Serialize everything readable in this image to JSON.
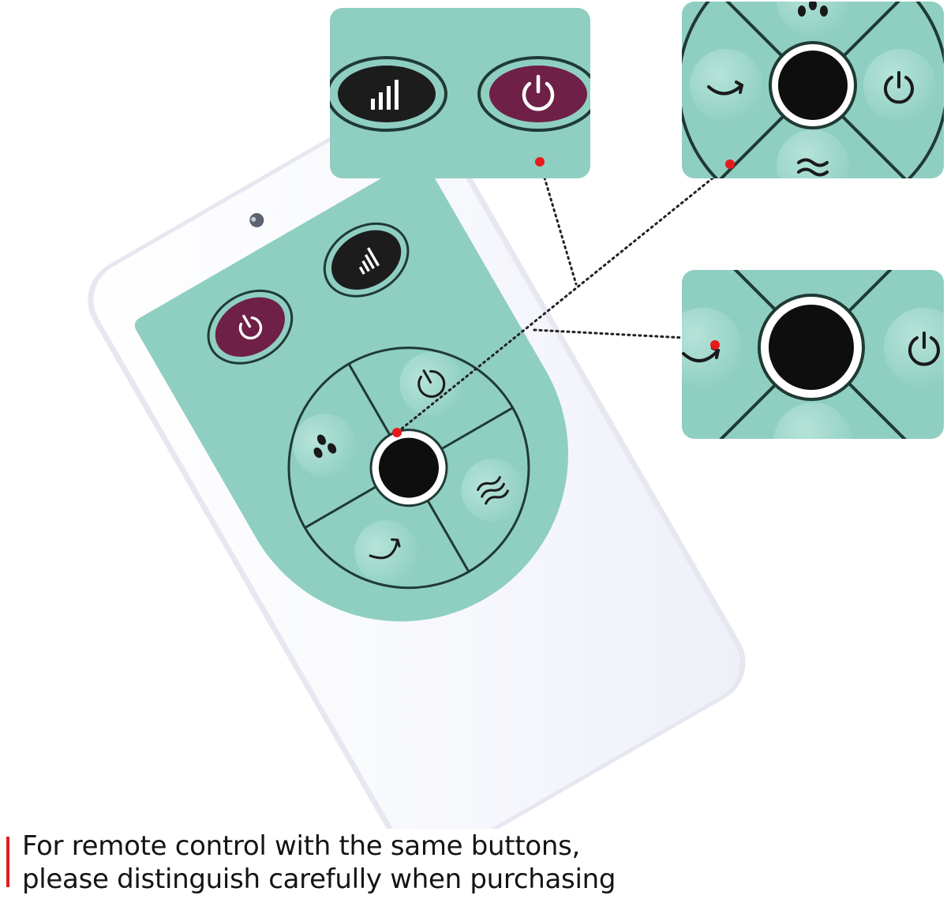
{
  "colors": {
    "panel": "#8fcfc2",
    "panel_dark": "#79bcae",
    "power_button": "#6e2046",
    "speed_button": "#1c1c1c",
    "accent_dot": "#e61b1b",
    "remote_body": "#fbfbfd",
    "remote_edge": "#dcdde8",
    "caption_bar": "#e01e1e",
    "caption_text": "#141414"
  },
  "remote": {
    "buttons": [
      {
        "name": "power-button",
        "icon": "power-icon"
      },
      {
        "name": "speed-button",
        "icon": "signal-bars-icon"
      },
      {
        "name": "humidity-button",
        "icon": "water-drops-icon"
      },
      {
        "name": "timer-button",
        "icon": "timer-icon"
      },
      {
        "name": "swing-button",
        "icon": "swing-arrow-icon"
      },
      {
        "name": "mode-button",
        "icon": "wind-waves-icon"
      },
      {
        "name": "center-button",
        "icon": "center-dot-icon"
      }
    ]
  },
  "zoom_insets": [
    {
      "name": "inset-power-speed",
      "shows": [
        "signal-bars-icon",
        "power-icon"
      ]
    },
    {
      "name": "inset-dpad-top",
      "shows": [
        "water-drops-icon",
        "swing-arrow-icon",
        "timer-icon",
        "wind-waves-icon"
      ]
    },
    {
      "name": "inset-dpad-center",
      "shows": [
        "swing-arrow-icon",
        "timer-icon"
      ]
    }
  ],
  "caption": {
    "line1": "For remote control with the same buttons,",
    "line2": "please distinguish carefully when purchasing"
  }
}
